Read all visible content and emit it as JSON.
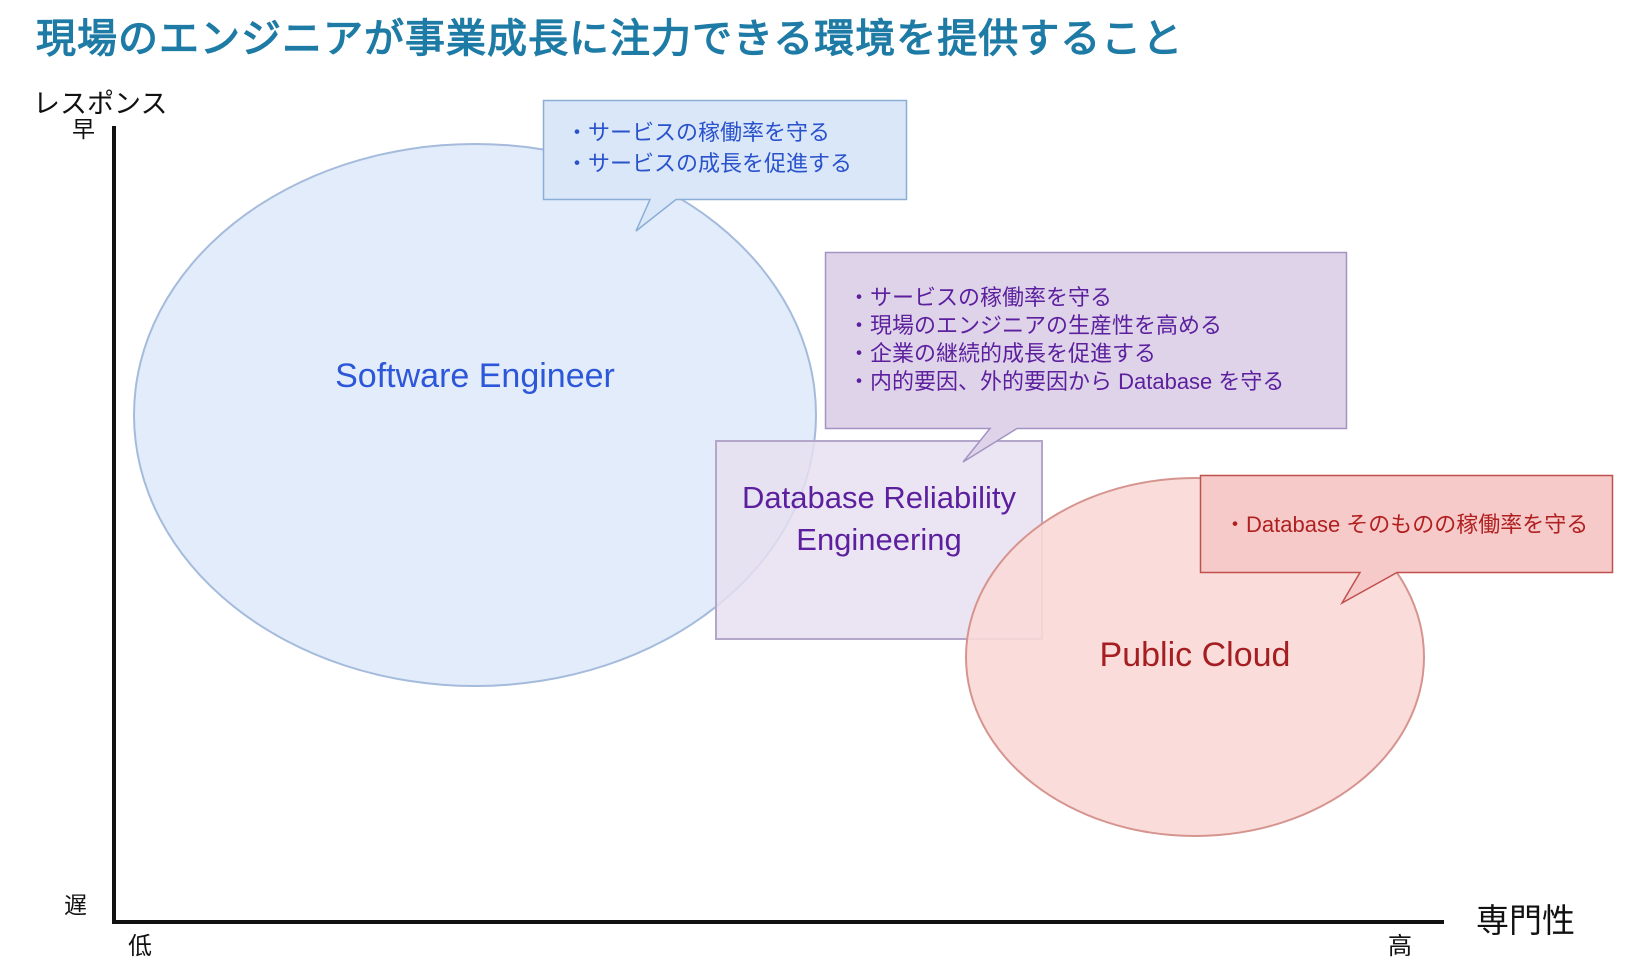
{
  "title": "現場のエンジニアが事業成長に注力できる環境を提供すること",
  "title_color": "#1e7ba6",
  "axes": {
    "y_axis_label": "レスポンス",
    "y_max_label": "早",
    "y_min_label": "遅",
    "x_axis_label": "専門性",
    "x_min_label": "低",
    "x_max_label": "高",
    "axis_color": "#111111"
  },
  "groups": {
    "software_engineer": {
      "label": "Software Engineer",
      "shape": "ellipse",
      "fill": "#dce7f9",
      "border": "#a2b8db",
      "text_color": "#2b57d8"
    },
    "database_reliability_engineering": {
      "label_line1": "Database Reliability",
      "label_line2": "Engineering",
      "shape": "rectangle",
      "fill": "#e7dff0",
      "border": "#b3a6c9",
      "text_color": "#5c1f9e"
    },
    "public_cloud": {
      "label": "Public Cloud",
      "shape": "ellipse",
      "fill": "#f9d9d7",
      "border": "#d6948f",
      "text_color": "#a51e22"
    }
  },
  "callouts": {
    "software": {
      "fill": "#d9e7f8",
      "border": "#8aaed6",
      "text_color": "#2a52cc",
      "lines": [
        "・サービスの稼働率を守る",
        "・サービスの成長を促進する"
      ]
    },
    "dre": {
      "fill": "#ded3e8",
      "border": "#a394c4",
      "text_color": "#5c1f9e",
      "lines": [
        "・サービスの稼働率を守る",
        "・現場のエンジニアの生産性を高める",
        "・企業の継続的成長を促進する",
        "・内的要因、外的要因から Database を守る"
      ]
    },
    "public_cloud": {
      "fill": "#f7caca",
      "border": "#c0504d",
      "text_color": "#b02020",
      "lines": [
        "・Database そのものの稼働率を守る"
      ]
    }
  }
}
